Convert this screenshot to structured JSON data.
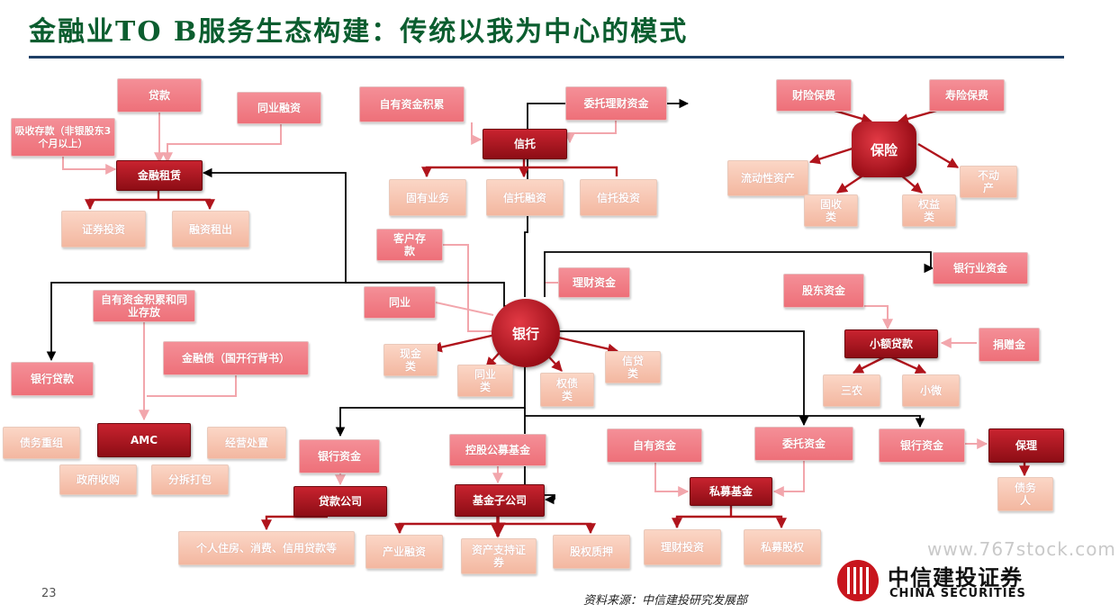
{
  "header": {
    "title": "金融业TO B服务生态构建：传统以我为中心的模式"
  },
  "footer": {
    "page_number": "23",
    "source": "资料来源：中信建投研究发展部",
    "watermark": "www.767stock.com"
  },
  "logo": {
    "cn": "中信建投证券",
    "en": "CHINA SECURITIES"
  },
  "colors": {
    "pink": "#ee7079",
    "peach": "#f3b7a0",
    "dark_red": "#a0101a",
    "arrow_red": "#b0141c",
    "connector_pink": "#f2a6ac",
    "line_black": "#000000"
  },
  "nodes": {
    "daikuan": "贷款",
    "tongye_rongzi": "同业融资",
    "xishou_cunkuan": "吸收存款（非银股东3个月以上）",
    "jinrong_zulin": "金融租赁",
    "zhengquan_touzi": "证券投资",
    "rongzi_zuchu": "融资租出",
    "ziyou_zijin_jilei": "自有资金积累",
    "weituo_licai_zijin": "委托理财资金",
    "xintuo": "信托",
    "guyou_yewu": "固有业务",
    "xintuo_rongzi": "信托融资",
    "xintuo_touzi": "信托投资",
    "caixian_baofei": "财险保费",
    "shouxian_baofei": "寿险保费",
    "baoxian": "保险",
    "liudongxing_zichan": "流动性资产",
    "budongchan": "不动产",
    "gushou_lei": "固收类",
    "quanyi_lei_ins": "权益类",
    "kehu_cunkuan": "客户存款",
    "licai_zijin": "理财资金",
    "tongye": "同业",
    "yinhang": "银行",
    "xianjin_lei": "现金类",
    "tongye_lei": "同业类",
    "quanzhai_lei": "权债类",
    "xindai_lei": "信贷类",
    "yinhangye_zijin": "银行业资金",
    "gudong_zijin": "股东资金",
    "xiao_e_daikuan": "小额贷款",
    "juanzeng_jin": "捐赠金",
    "sannong": "三农",
    "xiaowei": "小微",
    "ziyou_tongye_cunfang": "自有资金积累和同业存放",
    "jinrong_zhai": "金融债（国开行背书）",
    "yinhang_daikuan": "银行贷款",
    "amc": "AMC",
    "zhaiwu_chongzu": "债务重组",
    "jingying_chuzhi": "经营处置",
    "zhengfu_shougou": "政府收购",
    "fenchai_dabao": "分拆打包",
    "yinhang_zijin_1": "银行资金",
    "daikuan_gongsi": "贷款公司",
    "geren_zhufang": "个人住房、消费、信用贷款等",
    "konggu_gongmu": "控股公募基金",
    "jijin_zigongsi": "基金子公司",
    "chanye_rongzi": "产业融资",
    "zichan_zhichi": "资产支持证券",
    "guquan_zhiya": "股权质押",
    "ziyou_zijin": "自有资金",
    "weituo_zijin": "委托资金",
    "simu_jijin": "私募基金",
    "licai_touzi": "理财投资",
    "simu_guquan": "私募股权",
    "yinhang_zijin_2": "银行资金",
    "baoli": "保理",
    "zhaiwuren": "债务人"
  }
}
